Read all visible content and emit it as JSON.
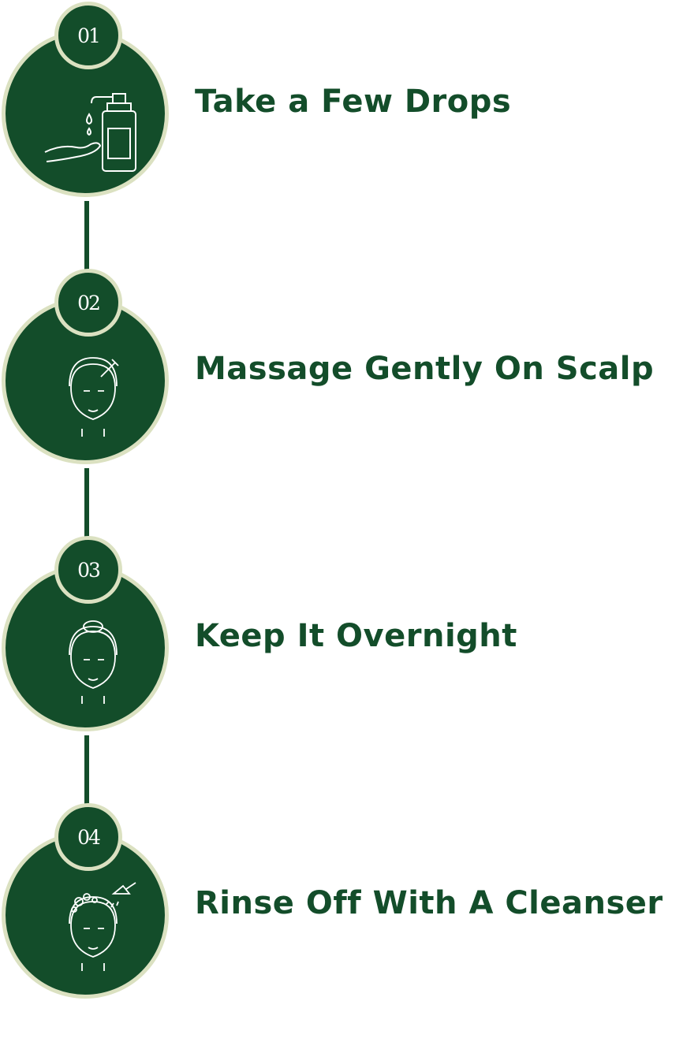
{
  "colors": {
    "primary": "#134d2a",
    "ring": "#dbe1c1"
  },
  "steps": [
    {
      "number": "01",
      "title": "Take a Few Drops",
      "icon": "hand-dispenser-icon"
    },
    {
      "number": "02",
      "title": "Massage Gently On Scalp",
      "icon": "face-dropper-icon"
    },
    {
      "number": "03",
      "title": "Keep It Overnight",
      "icon": "face-icon"
    },
    {
      "number": "04",
      "title": "Rinse Off With A Cleanser",
      "icon": "face-shower-icon"
    }
  ]
}
